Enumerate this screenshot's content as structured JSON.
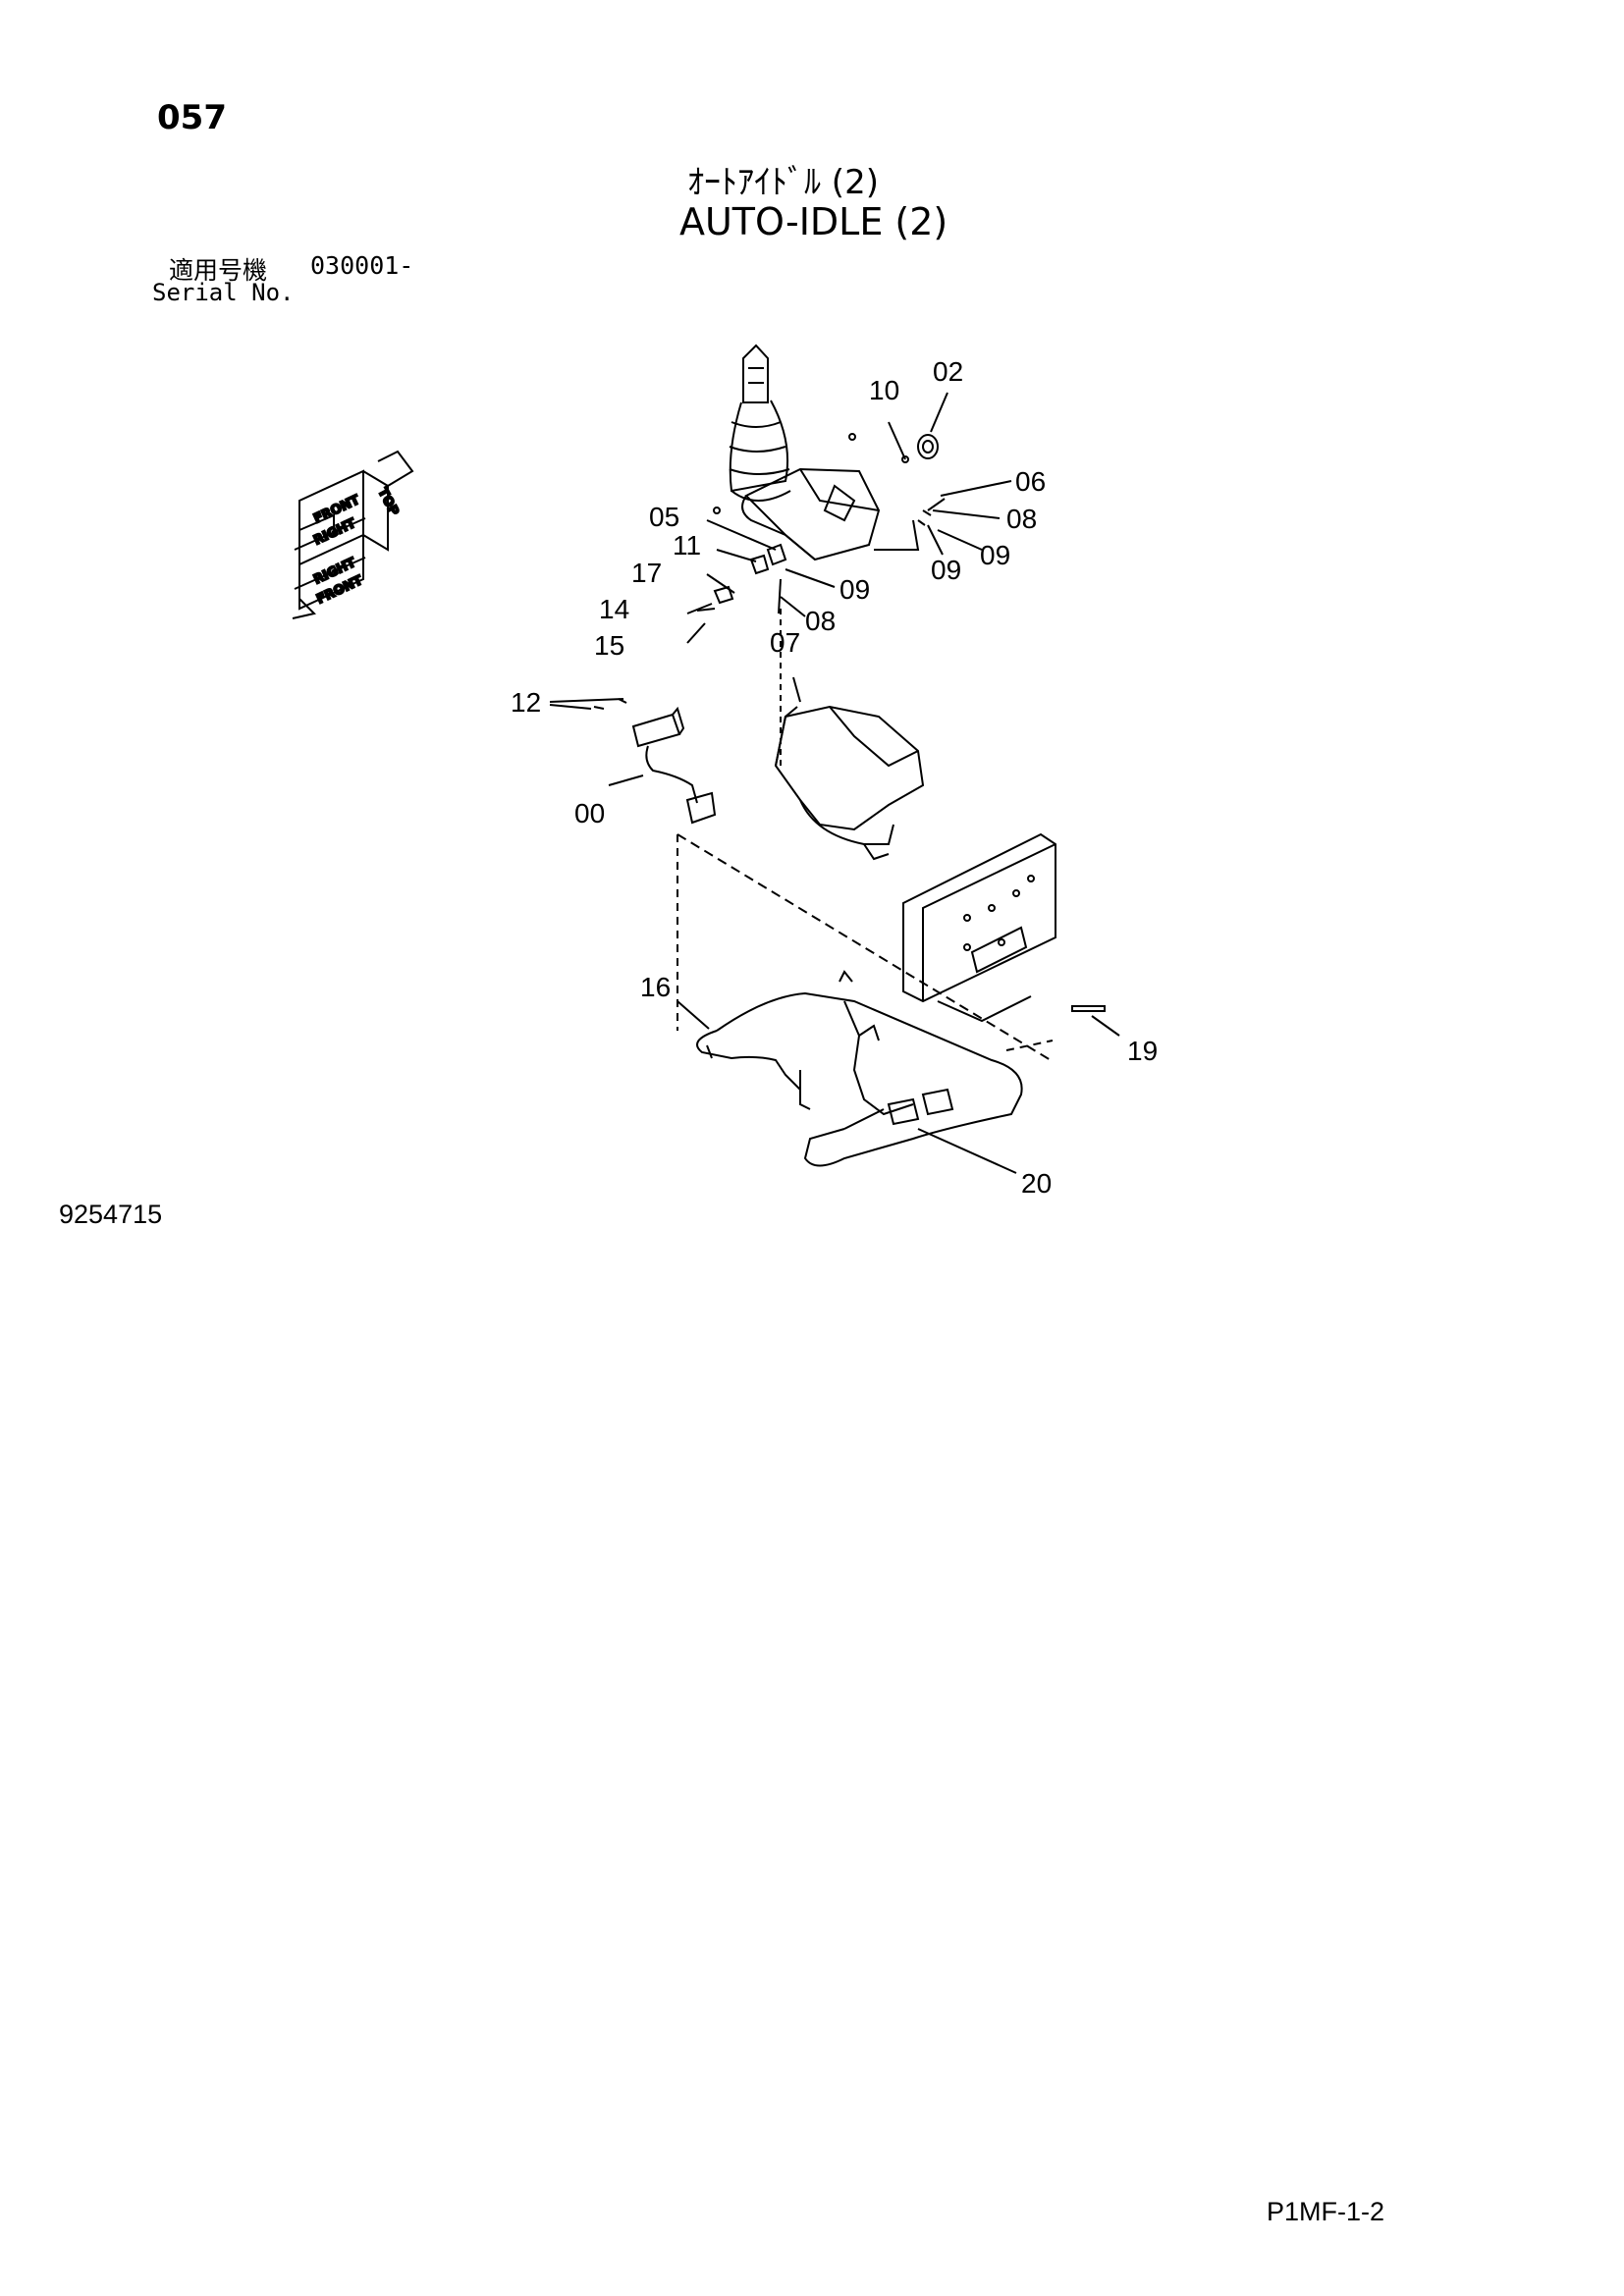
{
  "header": {
    "page_number": "057",
    "title_jp": "ｵｰﾄｱｲﾄﾞﾙ (2)",
    "title_en": "AUTO-IDLE (2)",
    "serial_label_jp": "適用号機",
    "serial_range": "030001-",
    "serial_label_en": "Serial No."
  },
  "orientation_icon": {
    "labels": [
      "TOP",
      "FRONT",
      "RIGHT",
      "RIGHT",
      "FRONT"
    ]
  },
  "callouts": [
    "02",
    "10",
    "06",
    "08",
    "09",
    "09",
    "05",
    "11",
    "17",
    "09",
    "14",
    "08",
    "15",
    "07",
    "12",
    "00",
    "16",
    "19",
    "20"
  ],
  "footer": {
    "drawing_number": "9254715",
    "page_code": "P1MF-1-2"
  }
}
